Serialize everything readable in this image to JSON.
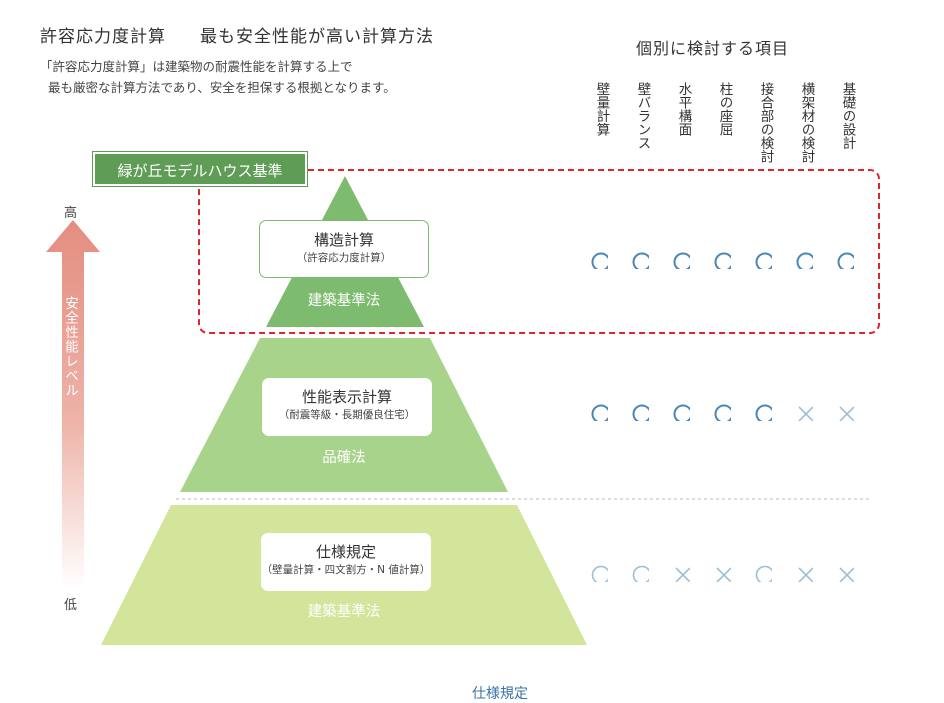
{
  "header": {
    "title_left": "許容応力度計算",
    "title_right": "最も安全性能が高い計算方法",
    "desc_line1": "「許容応力度計算」は建築物の耐震性能を計算する上で",
    "desc_line2": "最も厳密な計算方法であり、安全を担保する根拠となります。"
  },
  "items_heading": "個別に検討する項目",
  "columns": [
    "壁量計算",
    "壁バランス",
    "水平構面",
    "柱の座屈",
    "接合部の検討",
    "横架材の検討",
    "基礎の設計"
  ],
  "standard_label": "緑が丘モデルハウス基準",
  "level": {
    "high": "高",
    "low": "低",
    "label": "安全性能レベル"
  },
  "tiers": [
    {
      "title": "構造計算",
      "subtitle": "（許容応力度計算）",
      "law": "建築基準法",
      "marks": [
        "circle",
        "circle",
        "circle",
        "circle",
        "circle",
        "circle",
        "circle"
      ]
    },
    {
      "title": "性能表示計算",
      "subtitle": "（耐震等級・長期優良住宅）",
      "law": "品確法",
      "marks": [
        "circle",
        "circle",
        "circle",
        "circle",
        "circle",
        "cross",
        "cross"
      ]
    },
    {
      "title": "仕様規定",
      "subtitle": "（壁量計算・四文割方・N 値計算）",
      "law": "建築基準法",
      "marks": [
        "circle",
        "circle",
        "cross",
        "cross",
        "circle",
        "cross",
        "cross"
      ]
    }
  ],
  "footer": "仕様規定",
  "colors": {
    "tier_top": "#7dbb6e",
    "tier_mid": "#a8d38a",
    "tier_bottom": "#d3e59a",
    "standard": "#5f9d56",
    "dashed_border": "#e0242e",
    "mark_strong": "#4a86b8",
    "mark_light": "#9dbfd6",
    "arrow_top": "#e48d80",
    "footer_text": "#3a72a8"
  }
}
